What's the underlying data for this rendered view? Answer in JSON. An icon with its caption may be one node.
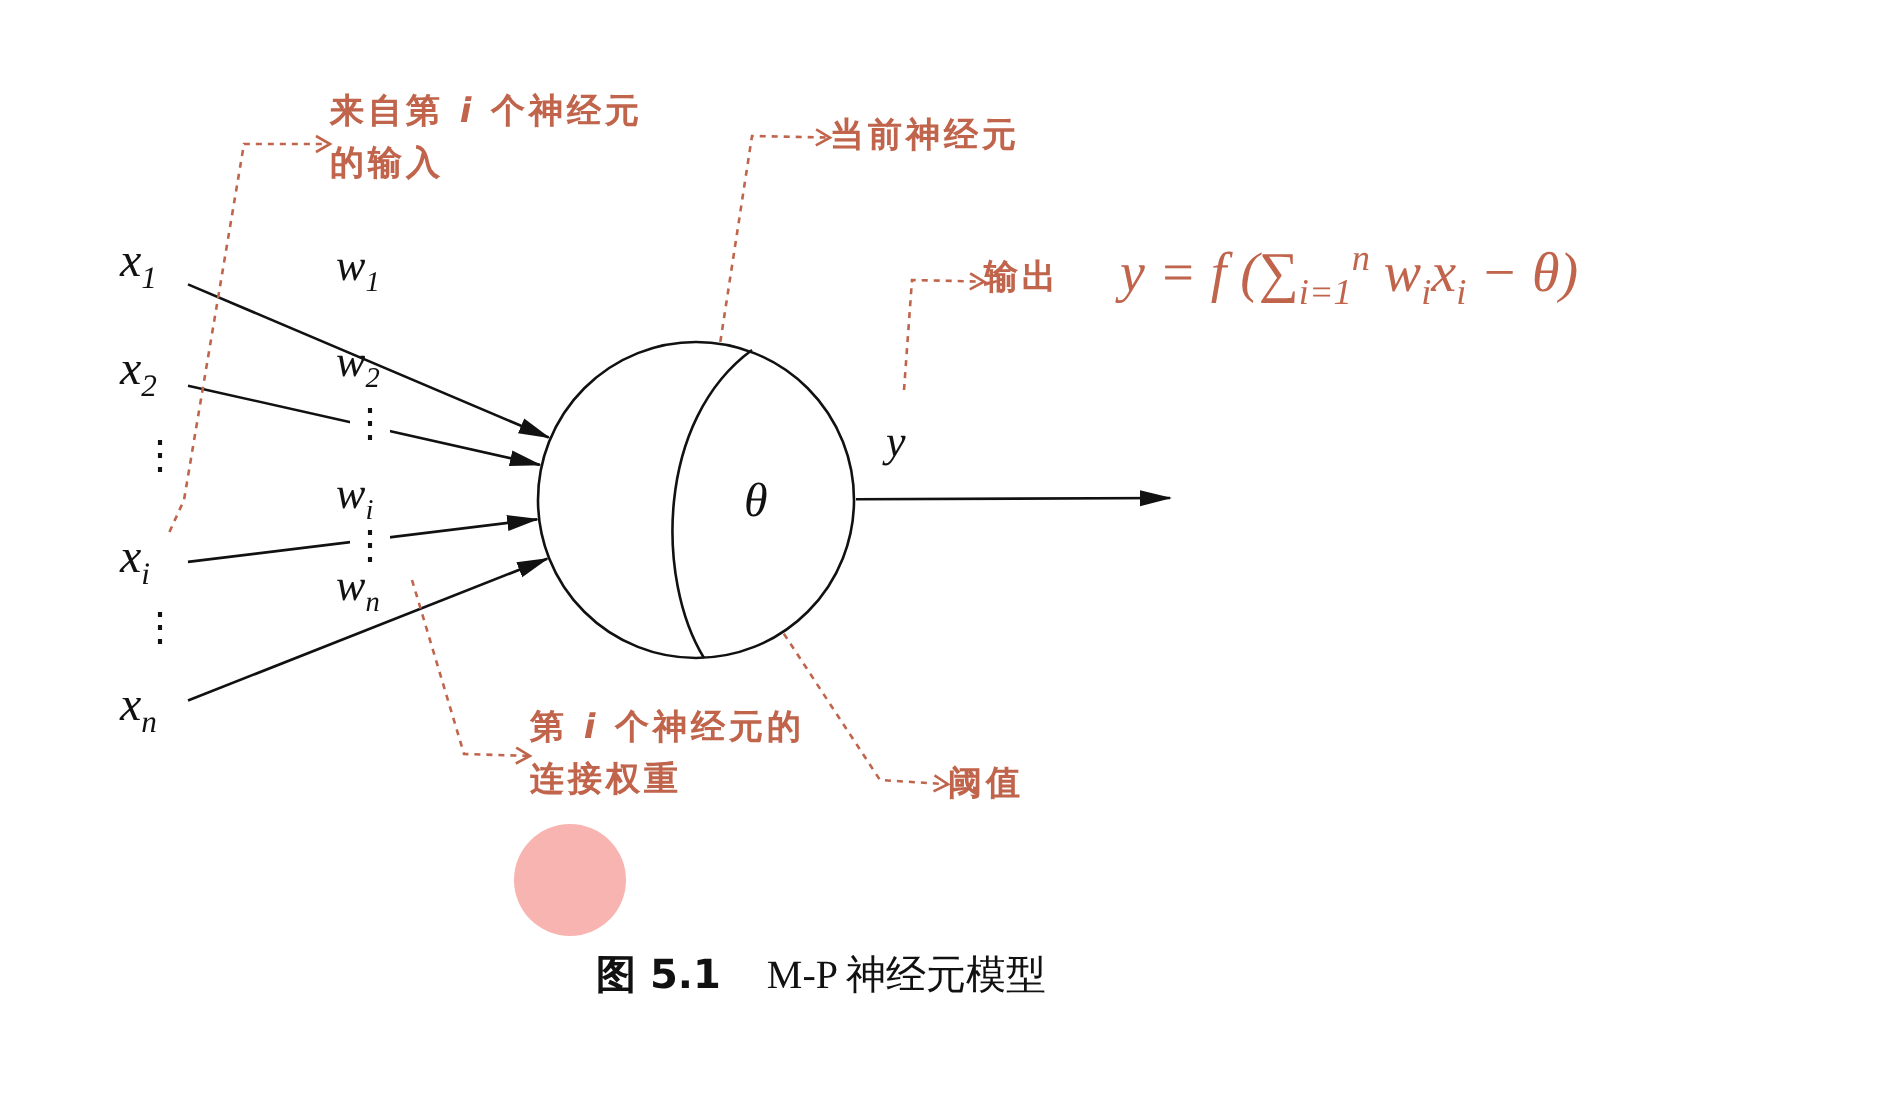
{
  "diagram": {
    "caption": "**图 5.1** M-P 神经元模型",
    "nodes": [
      {
        "text": [
          "x$_{1}$"
        ]
      },
      {
        "text": [
          "x$_{2}$"
        ]
      },
      {
        "text": [
          "x$_{i}$"
        ]
      },
      {
        "text": [
          "x$_{n}$"
        ]
      },
      {
        "text": [
          "θ"
        ]
      },
      {
        "text": [
          "来自第 *i* 个神经元的输入"
        ]
      },
      {
        "text": [
          "当前神经元"
        ]
      },
      {
        "text": [
          "输出",
          "y = f (∑$_{i=1}$$^{n}$ w$_{i}$x$_{i}$ − θ)"
        ]
      },
      {
        "text": [
          "第 *i* 个神经元的连接权重"
        ]
      },
      {
        "text": [
          "阈值"
        ]
      }
    ],
    "edges": [
      {
        "from": 0,
        "to": 4,
        "arrow": "to",
        "label": "w$_{1}$"
      },
      {
        "from": 1,
        "to": 4,
        "arrow": "to",
        "label": "w$_{2}$"
      },
      {
        "from": 2,
        "to": 4,
        "arrow": "to",
        "label": "w$_{i}$"
      },
      {
        "from": 3,
        "to": 4,
        "arrow": "to",
        "label": "w$_{n}$"
      },
      {
        "from": 4,
        "to": null,
        "arrow": "to",
        "label": "y"
      },
      {
        "from": 2,
        "to": 5,
        "arrow": "to",
        "style": "dashed",
        "color": "#c0644c"
      },
      {
        "from": 4,
        "to": 6,
        "arrow": "to",
        "style": "dashed",
        "color": "#c0644c"
      },
      {
        "from": null,
        "to": 7,
        "arrow": "to",
        "style": "dashed",
        "color": "#c0644c"
      },
      {
        "from": null,
        "to": 8,
        "arrow": "to",
        "style": "dashed",
        "color": "#c0644c"
      },
      {
        "from": 4,
        "to": 9,
        "arrow": "to",
        "style": "dashed",
        "color": "#c0644c"
      }
    ],
    "labels": [
      "⋮",
      "⋮",
      "⋮",
      "⋮"
    ]
  }
}
